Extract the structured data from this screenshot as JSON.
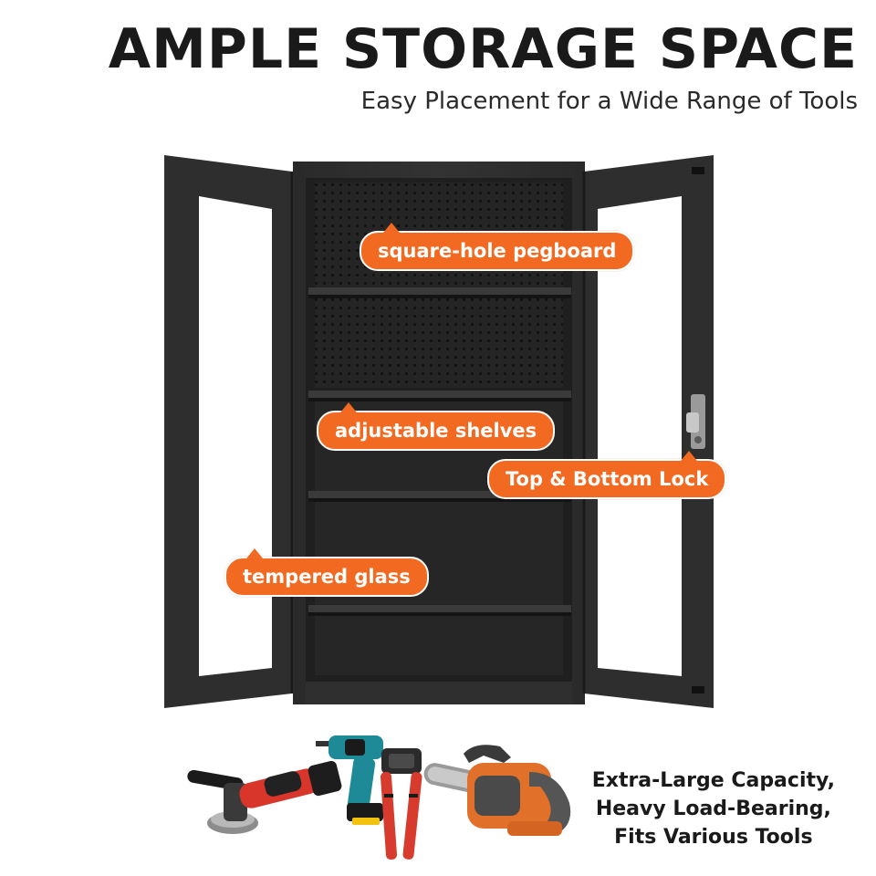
{
  "header": {
    "title": "AMPLE STORAGE SPACE",
    "subtitle": "Easy Placement for a Wide Range of Tools"
  },
  "callouts": {
    "pegboard": "square-hole pegboard",
    "shelves": "adjustable shelves",
    "lock": "Top & Bottom Lock",
    "glass": "tempered glass"
  },
  "features": [
    "Extra-Large Capacity,",
    "Heavy Load-Bearing,",
    "Fits Various Tools"
  ],
  "colors": {
    "accent": "#f26a21",
    "cabinet": "#2b2b2b",
    "text": "#1a1a1a"
  },
  "icons": [
    "angle-grinder-icon",
    "cordless-drill-icon",
    "wire-stripper-icon",
    "chainsaw-icon"
  ]
}
